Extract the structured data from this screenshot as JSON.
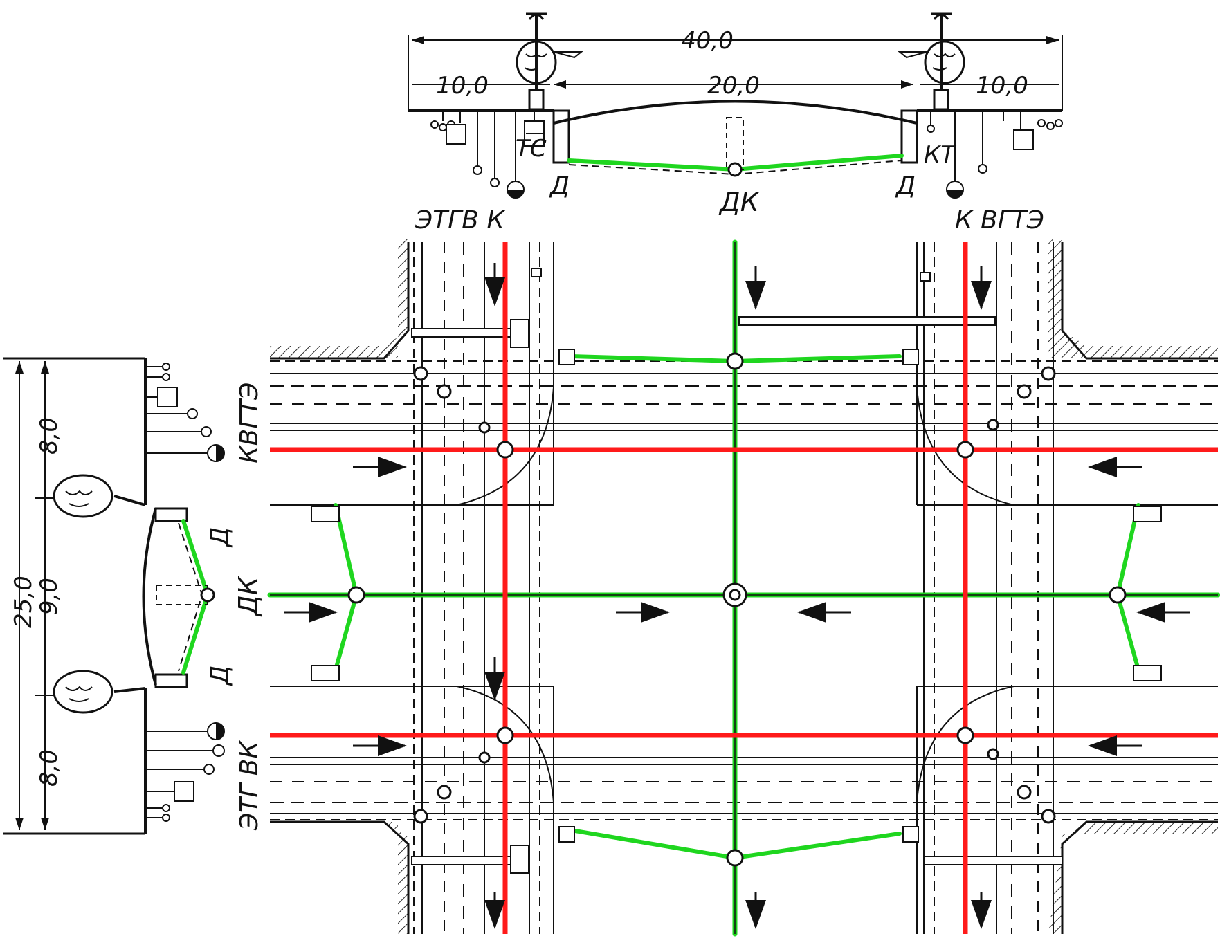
{
  "colors": {
    "drainage": "#1fd61f",
    "sewer": "#ff1a1a",
    "ink": "#111111"
  },
  "cross_section_top": {
    "dim_total": "40,0",
    "dim_left": "10,0",
    "dim_center": "20,0",
    "dim_right": "10,0",
    "label_ts": "ТС",
    "label_kt": "КТ",
    "label_d_left": "Д",
    "label_d_right": "Д",
    "label_dk": "ДК",
    "utilities_left": "ЭТГВ К",
    "utilities_right": "К ВГТЭ"
  },
  "cross_section_left": {
    "dim_total": "25,0",
    "dim_top": "8,0",
    "dim_middle": "9,0",
    "dim_bottom": "8,0",
    "label_d_top": "Д",
    "label_d_bottom": "Д",
    "label_dk": "ДК",
    "utilities_top": "КВГТЭ",
    "utilities_bottom": "ЭТГ ВК"
  },
  "icons": {
    "tree": "tree-icon",
    "lamp": "street-lamp-icon",
    "cable_box": "cable-box-icon",
    "manhole": "manhole-icon",
    "arrow": "arrow-icon"
  }
}
